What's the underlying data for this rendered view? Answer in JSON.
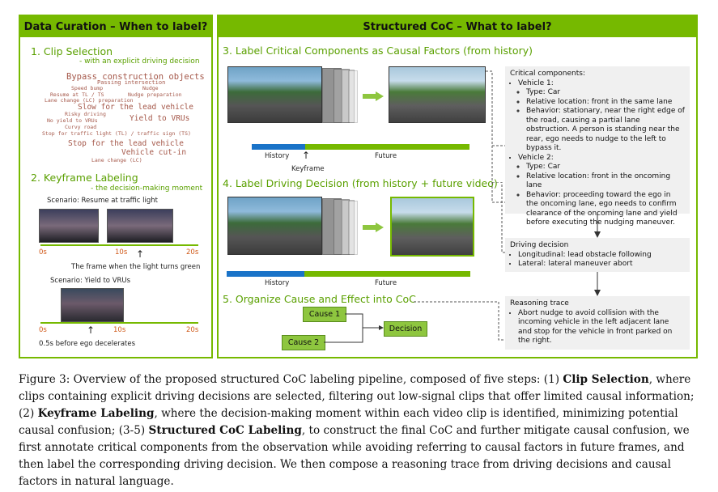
{
  "left_panel": {
    "title": "Data Curation – When to label?",
    "step1_title": "1.  Clip Selection",
    "step1_sub": "- with an explicit driving decision",
    "cloud": [
      "Bypass construction objects",
      "Passing intersection",
      "Speed bump",
      "Nudge",
      "Resume at TL / TS",
      "Nudge preparation",
      "Lane change (LC) preparation",
      "Slow for the lead vehicle",
      "Risky driving",
      "No yield to VRUs",
      "Yield to VRUs",
      "Curvy road",
      "Stop for traffic light (TL) / traffic sign (TS)",
      "Stop for the lead vehicle",
      "Vehicle cut-in",
      "Lane change (LC)"
    ],
    "step2_title": "2.  Keyframe Labeling",
    "step2_sub": "- the decision-making moment",
    "scenario1": "Scenario: Resume at traffic light",
    "scenario1_ticks": [
      "0s",
      "10s",
      "20s"
    ],
    "scenario1_note": "The frame when the light turns green",
    "scenario2": "Scenario: Yield to VRUs",
    "scenario2_ticks": [
      "0s",
      "10s",
      "20s"
    ],
    "scenario2_note": "0.5s before ego decelerates"
  },
  "right_panel": {
    "title": "Structured CoC – What to label?",
    "step3_title": "3. Label Critical Components as Causal Factors (from history)",
    "step3_history": "History",
    "step3_future": "Future",
    "step3_keyframe": "Keyframe",
    "step4_title": "4. Label Driving Decision (from history + future video)",
    "step4_history": "History",
    "step4_future": "Future",
    "step5_title": "5. Organize Cause and Effect into CoC",
    "cause1": "Cause 1",
    "cause2": "Cause 2",
    "decision": "Decision"
  },
  "critical_box": {
    "heading": "Critical components:",
    "v1": "Vehicle 1:",
    "v1_type": "Type: Car",
    "v1_loc": "Relative location: front in the same lane",
    "v1_beh": "Behavior: stationary, near the right edge of the road, causing a partial lane obstruction. A person is standing near the rear, ego needs to nudge to the left to bypass it.",
    "v2": "Vehicle 2:",
    "v2_type": "Type: Car",
    "v2_loc": "Relative location: front in the oncoming lane",
    "v2_beh": "Behavior: proceeding toward the ego in the oncoming lane, ego needs to confirm clearance of the oncoming lane and yield before executing the nudging maneuver."
  },
  "decision_box": {
    "heading": "Driving decision",
    "longitudinal": "Longitudinal: lead obstacle following",
    "lateral": "Lateral: lateral maneuver abort"
  },
  "reasoning_box": {
    "heading": "Reasoning trace",
    "text": "Abort nudge to avoid collision with the incoming vehicle in the left adjacent lane and stop for the vehicle in front parked on the right."
  },
  "caption": {
    "p1": "Figure 3: Overview of the proposed structured CoC labeling pipeline, composed of five steps: (1) ",
    "b1": "Clip Selection",
    "p2": ", where clips containing explicit driving decisions are selected, filtering out low-signal clips that offer limited causal information; (2) ",
    "b2": "Keyframe Labeling",
    "p3": ", where the decision-making moment within each video clip is identified, minimizing potential causal confusion; (3-5) ",
    "b3": "Structured CoC Labeling",
    "p4": ", to construct the final CoC and further mitigate causal confusion, we first annotate critical components from the observation while avoiding referring to causal factors in future frames, and then label the corresponding driving decision. We then compose a reasoning trace from driving decisions and causal factors in natural language."
  },
  "colors": {
    "accent": "#76b900",
    "history": "#1a73c8",
    "cloud_text": "#a5584a"
  }
}
